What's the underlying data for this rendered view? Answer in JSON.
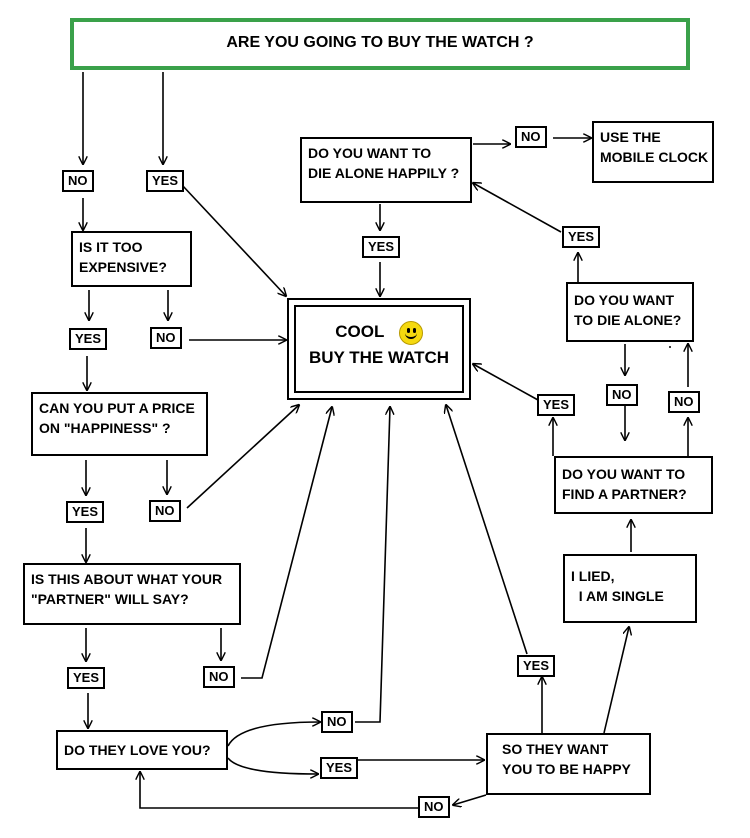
{
  "title": "ARE YOU GOING TO BUY THE WATCH ?",
  "result": {
    "line1": "COOL",
    "line2": "BUY THE WATCH",
    "emoji": "smiley-icon"
  },
  "questions": {
    "die_alone_happily": [
      "DO YOU WANT TO",
      "DIE ALONE HAPPILY ?"
    ],
    "mobile_clock": [
      "USE THE",
      "MOBILE CLOCK"
    ],
    "too_expensive": [
      "IS  IT  TOO",
      "EXPENSIVE?"
    ],
    "price_happiness": [
      "CAN YOU PUT A PRICE",
      "ON  \"HAPPINESS\" ?"
    ],
    "partner_say": [
      "IS THIS ABOUT WHAT YOUR",
      "\"PARTNER\" WILL SAY?"
    ],
    "love_you": [
      "DO THEY LOVE YOU?"
    ],
    "want_happy": [
      "SO THEY WANT",
      "YOU TO BE HAPPY"
    ],
    "lied_single": [
      "I LIED,",
      "  I AM SINGLE"
    ],
    "find_partner": [
      "DO YOU WANT TO",
      "FIND A PARTNER?"
    ],
    "die_alone": [
      "DO YOU WANT",
      "TO DIE ALONE?"
    ]
  },
  "labels": {
    "no": "NO",
    "yes": "YES"
  },
  "colors": {
    "title_border": "#3aa14a",
    "smiley": "#f5d90f",
    "ink": "#000000"
  }
}
